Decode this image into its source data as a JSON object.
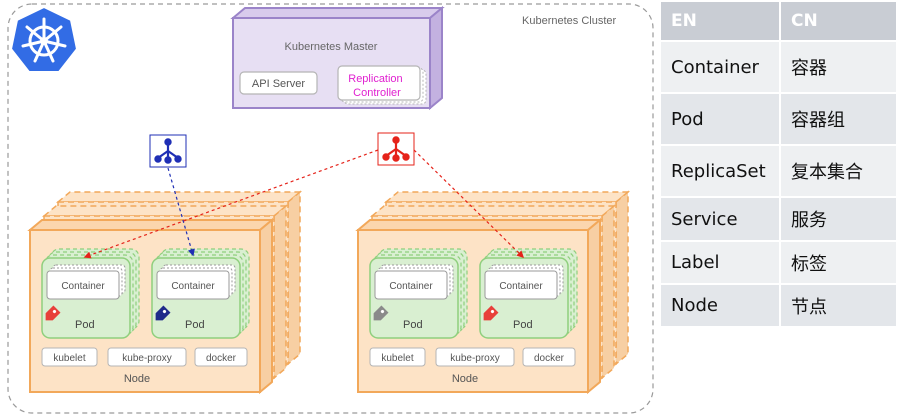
{
  "colors": {
    "node_border": "#f2a85a",
    "node_fill": "#fde3c6",
    "pod_border": "#8fcf7d",
    "pod_fill": "#d9efd1",
    "master_border": "#9b84c9",
    "master_fill": "#e7dff3",
    "replication_text": "#e020d0",
    "service_blue": "#1f2fb5",
    "replicaset_red": "#e5231a",
    "k8s_blue": "#326ce5",
    "tag_red": "#e8403a",
    "tag_navy": "#1f2a8a",
    "tag_gray": "#8a8a8a"
  },
  "icons": {
    "logo": "kubernetes-logo-icon",
    "service": "service-blue-icon",
    "replicaset": "replicaset-red-icon",
    "tag": "tag-icon"
  },
  "cluster": {
    "label": "Kubernetes Cluster"
  },
  "master": {
    "title": "Kubernetes Master",
    "api_server": "API Server",
    "replication_controller": "Replication Controller"
  },
  "nodes": [
    {
      "label": "Node",
      "pods": [
        {
          "container": "Container",
          "label": "Pod",
          "tag": "red"
        },
        {
          "container": "Container",
          "label": "Pod",
          "tag": "navy"
        }
      ],
      "components": [
        "kubelet",
        "kube-proxy",
        "docker"
      ]
    },
    {
      "label": "Node",
      "pods": [
        {
          "container": "Container",
          "label": "Pod",
          "tag": "gray"
        },
        {
          "container": "Container",
          "label": "Pod",
          "tag": "red"
        }
      ],
      "components": [
        "kubelet",
        "kube-proxy",
        "docker"
      ]
    }
  ],
  "table": {
    "headers": [
      "EN",
      "CN"
    ],
    "rows": [
      {
        "en": "Container",
        "cn": "容器"
      },
      {
        "en": "Pod",
        "cn": "容器组"
      },
      {
        "en": "ReplicaSet",
        "cn": "复本集合"
      },
      {
        "en": "Service",
        "cn": "服务"
      },
      {
        "en": "Label",
        "cn": "标签"
      },
      {
        "en": "Node",
        "cn": "节点"
      }
    ]
  }
}
